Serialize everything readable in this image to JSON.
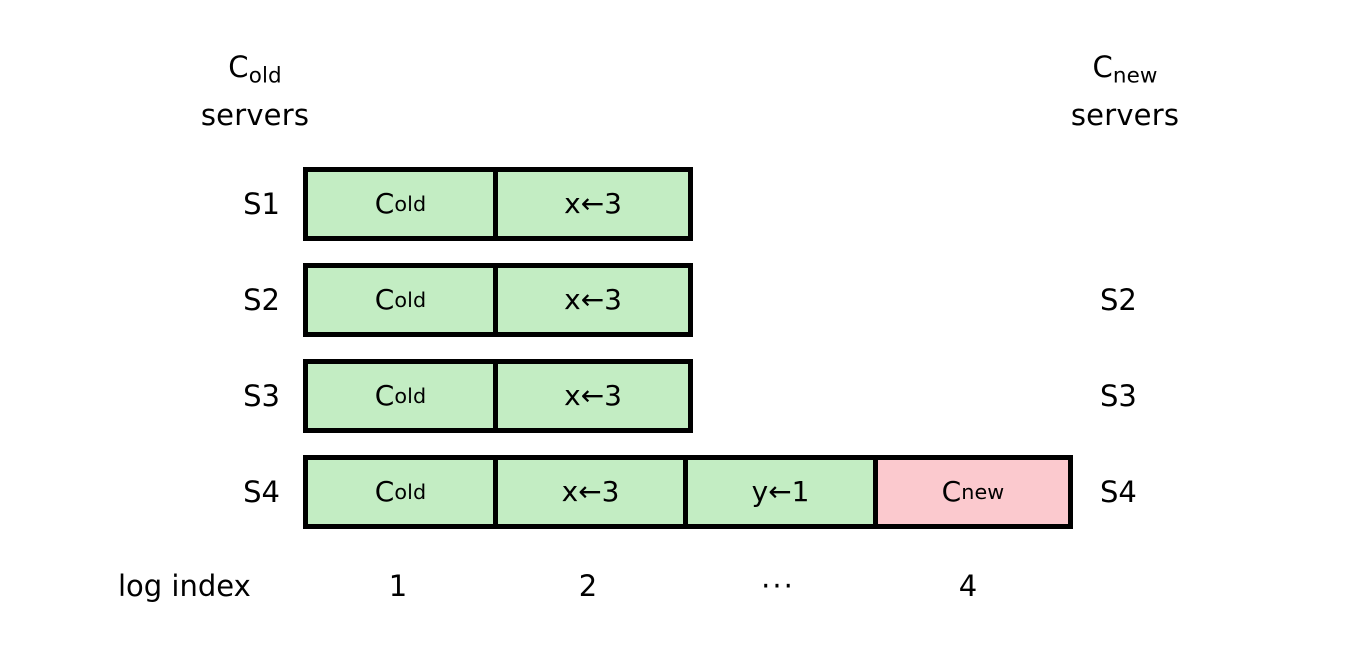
{
  "headers": {
    "left": {
      "base": "C",
      "sub": "old",
      "line2": "servers"
    },
    "right": {
      "base": "C",
      "sub": "new",
      "line2": "servers"
    }
  },
  "colors": {
    "committed_entry": "#c3edc3",
    "new_config_entry": "#fbc9ce",
    "border": "#000000",
    "background": "#ffffff"
  },
  "rows": [
    {
      "left_label": "S1",
      "right_label": "",
      "cells": [
        {
          "base": "C",
          "sub": "old",
          "text": "",
          "color": "green"
        },
        {
          "base": "",
          "sub": "",
          "text": "x←3",
          "color": "green"
        }
      ]
    },
    {
      "left_label": "S2",
      "right_label": "S2",
      "cells": [
        {
          "base": "C",
          "sub": "old",
          "text": "",
          "color": "green"
        },
        {
          "base": "",
          "sub": "",
          "text": "x←3",
          "color": "green"
        }
      ]
    },
    {
      "left_label": "S3",
      "right_label": "S3",
      "cells": [
        {
          "base": "C",
          "sub": "old",
          "text": "",
          "color": "green"
        },
        {
          "base": "",
          "sub": "",
          "text": "x←3",
          "color": "green"
        }
      ]
    },
    {
      "left_label": "S4",
      "right_label": "S4",
      "cells": [
        {
          "base": "C",
          "sub": "old",
          "text": "",
          "color": "green"
        },
        {
          "base": "",
          "sub": "",
          "text": "x←3",
          "color": "green"
        },
        {
          "base": "",
          "sub": "",
          "text": "y←1",
          "color": "green"
        },
        {
          "base": "C",
          "sub": "new",
          "text": "",
          "color": "pink"
        }
      ]
    }
  ],
  "axis": {
    "label": "log index",
    "ticks": [
      "1",
      "2",
      "···",
      "4"
    ]
  }
}
